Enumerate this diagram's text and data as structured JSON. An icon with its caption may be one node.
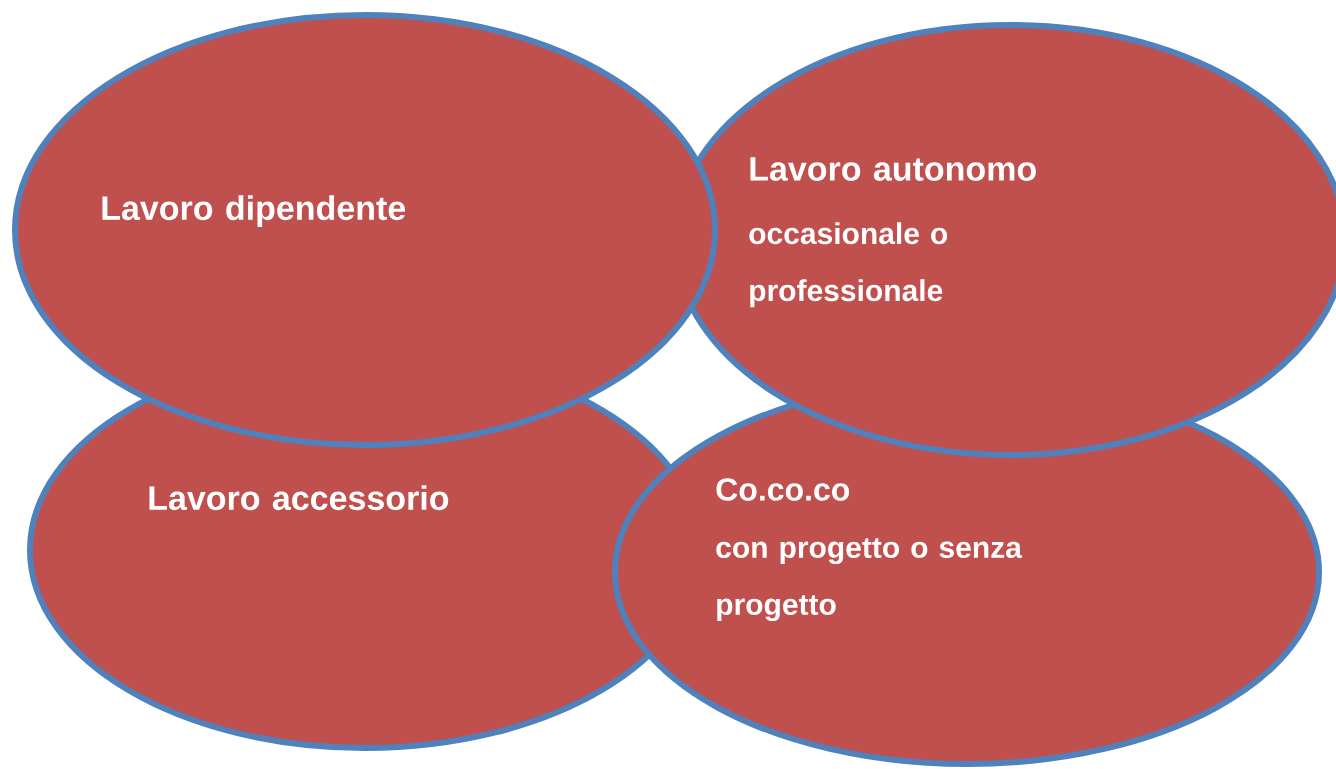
{
  "diagram": {
    "nodes": [
      {
        "text": [
          "Lavoro dipendente"
        ]
      },
      {
        "text": [
          "Lavoro autonomo",
          "occasionale o professionale"
        ]
      },
      {
        "text": [
          "Lavoro accessorio"
        ]
      },
      {
        "text": [
          "Co.co.co",
          "con progetto o senza progetto"
        ]
      }
    ]
  }
}
